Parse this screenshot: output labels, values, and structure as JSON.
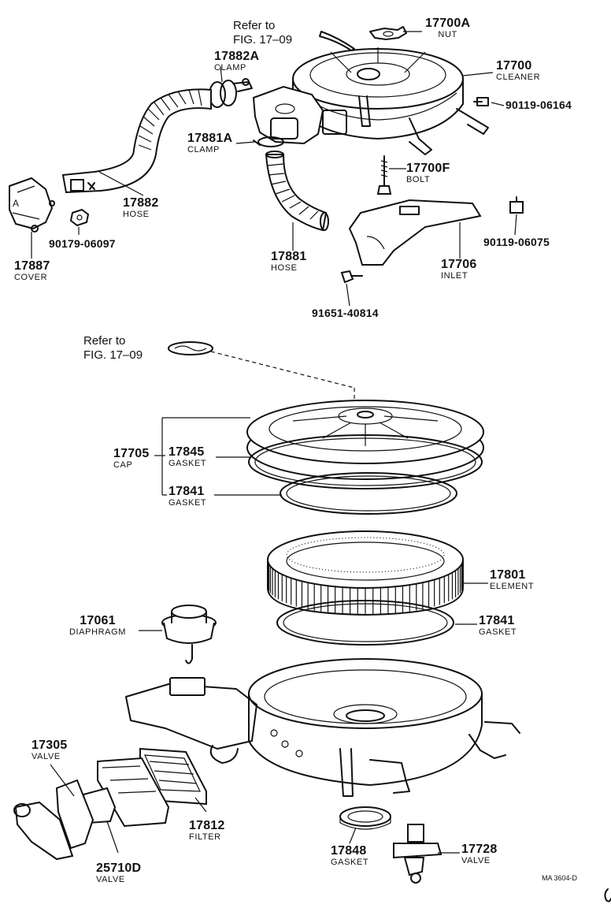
{
  "refs": {
    "top": [
      "Refer to",
      "FIG. 17–09"
    ],
    "mid": [
      "Refer to",
      "FIG. 17–09"
    ]
  },
  "parts": {
    "p17700A": {
      "num": "17700A",
      "name": "NUT"
    },
    "p17700": {
      "num": "17700",
      "name": "CLEANER"
    },
    "p90119a": {
      "num": "90119-06164",
      "name": ""
    },
    "p17882A": {
      "num": "17882A",
      "name": "CLAMP"
    },
    "p17881A": {
      "num": "17881A",
      "name": "CLAMP"
    },
    "p17700F": {
      "num": "17700F",
      "name": "BOLT"
    },
    "p17882": {
      "num": "17882",
      "name": "HOSE"
    },
    "p90179": {
      "num": "90179-06097",
      "name": ""
    },
    "p17887": {
      "num": "17887",
      "name": "COVER"
    },
    "p17881": {
      "num": "17881",
      "name": "HOSE"
    },
    "p17706": {
      "num": "17706",
      "name": "INLET"
    },
    "p90119b": {
      "num": "90119-06075",
      "name": ""
    },
    "p91651": {
      "num": "91651-40814",
      "name": ""
    },
    "p17705": {
      "num": "17705",
      "name": "CAP"
    },
    "p17845": {
      "num": "17845",
      "name": "GASKET"
    },
    "p17841a": {
      "num": "17841",
      "name": "GASKET"
    },
    "p17801": {
      "num": "17801",
      "name": "ELEMENT"
    },
    "p17061": {
      "num": "17061",
      "name": "DIAPHRAGM"
    },
    "p17841b": {
      "num": "17841",
      "name": "GASKET"
    },
    "p17305": {
      "num": "17305",
      "name": "VALVE"
    },
    "p17812": {
      "num": "17812",
      "name": "FILTER"
    },
    "p25710D": {
      "num": "25710D",
      "name": "VALVE"
    },
    "p17848": {
      "num": "17848",
      "name": "GASKET"
    },
    "p17728": {
      "num": "17728",
      "name": "VALVE"
    }
  },
  "drawing_code": "MA 3604-D",
  "cover_mark": "A"
}
